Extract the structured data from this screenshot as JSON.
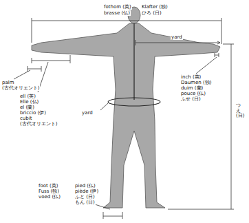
{
  "diagram": {
    "labels": [
      "fothom (英)",
      "Klafter (独)",
      "brasse (仏)",
      "ひろ (日)",
      "palm",
      "(古代オリエント)",
      "yard",
      "ell (英)",
      "Elle (仏)",
      "el (蘭)",
      "briccio (伊)",
      "cubit",
      "(古代オリエント)",
      "yard",
      "inch (英)",
      "Daumen (独)",
      "duim (蘭)",
      "pouce (仏)",
      "ふせ (日)",
      "foot (英)",
      "Fuss (独)",
      "voed (仏)",
      "pied (仏)",
      "piède (伊)",
      "ふと (日)",
      "もん (日)",
      "つえ (日)"
    ]
  }
}
